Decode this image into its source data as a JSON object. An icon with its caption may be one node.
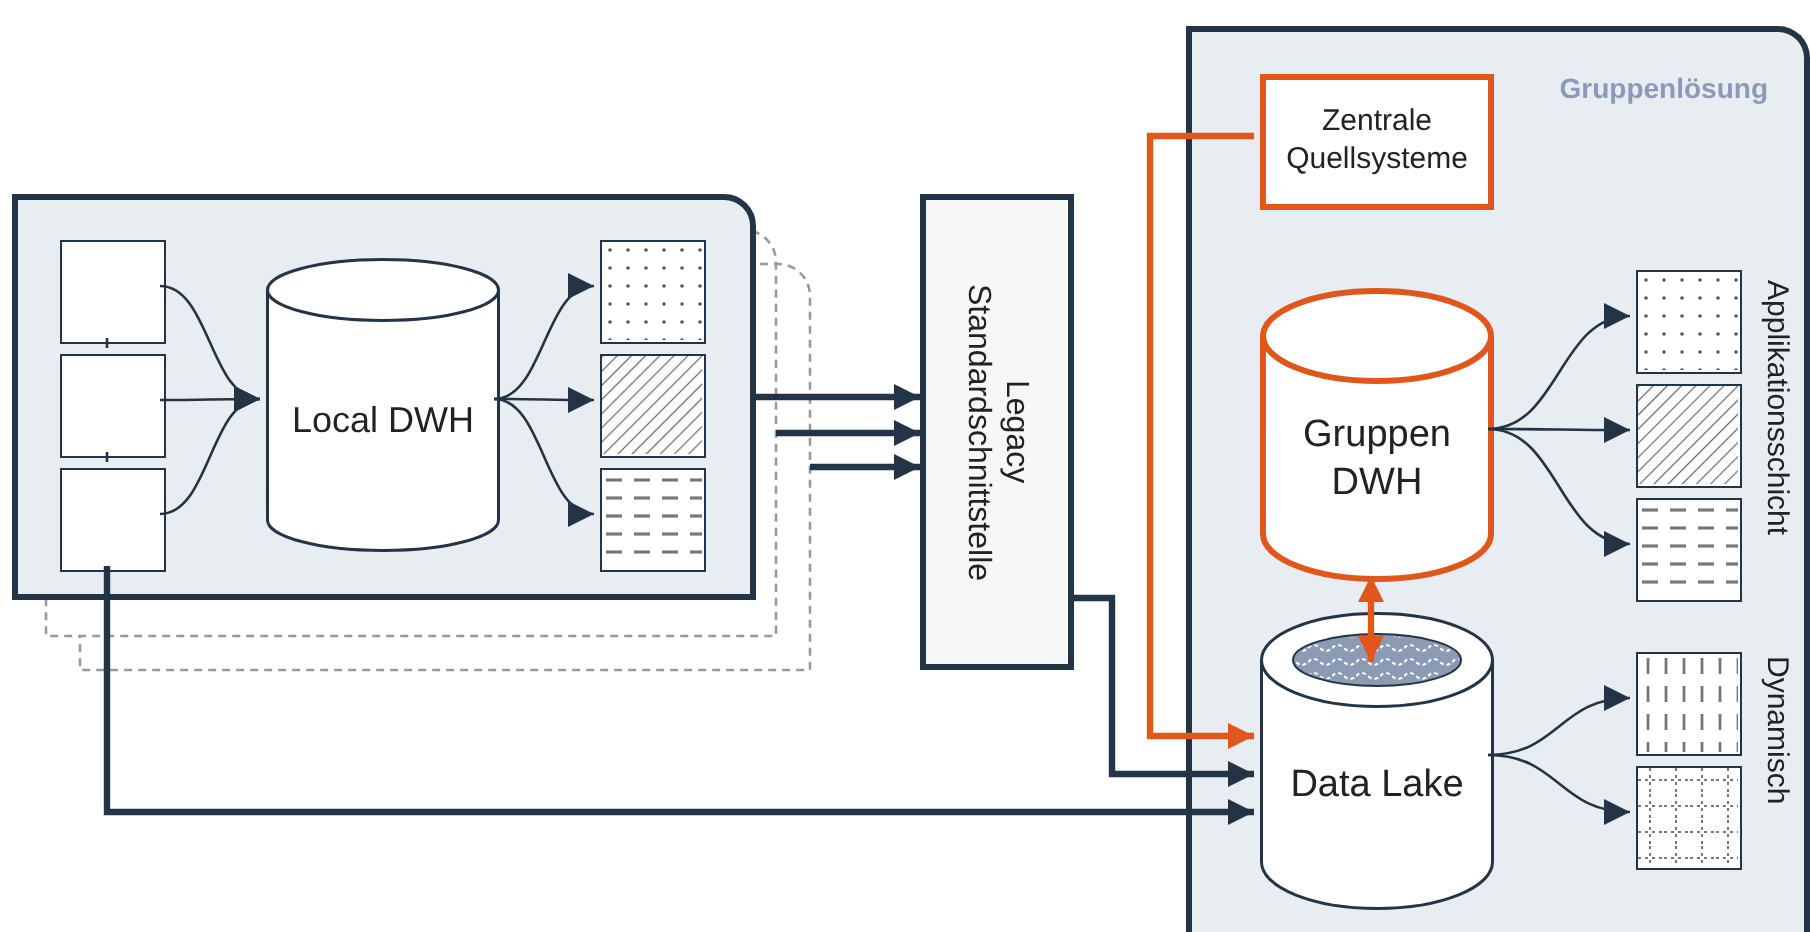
{
  "diagram": {
    "nodes": [
      {
        "text": [],
        "shape": "box"
      },
      {
        "text": [],
        "shape": "box",
        "in": 0
      },
      {
        "text": [],
        "shape": "box",
        "in": 0
      },
      {
        "text": [],
        "shape": "box",
        "in": 0
      },
      {
        "text": [
          "Local DWH"
        ],
        "in": 0
      },
      {
        "text": [],
        "shape": "box",
        "in": 0
      },
      {
        "text": [],
        "shape": "box",
        "in": 0
      },
      {
        "text": [],
        "shape": "box",
        "in": 0
      },
      {
        "text": [
          "Legacy Standardschnittstelle"
        ]
      },
      {
        "text": [
          "Gruppenlösung"
        ]
      },
      {
        "text": [
          "Zentrale Quellsysteme"
        ],
        "in": 9
      },
      {
        "text": [
          "Gruppen DWH"
        ],
        "in": 9
      },
      {
        "text": [
          "Data Lake"
        ],
        "in": 9
      },
      {
        "text": [],
        "shape": "box",
        "in": 9
      },
      {
        "text": [],
        "shape": "box",
        "in": 9
      },
      {
        "text": [],
        "shape": "box",
        "in": 9
      },
      {
        "text": [],
        "shape": "box",
        "in": 9
      },
      {
        "text": [],
        "shape": "box",
        "in": 9
      }
    ],
    "edges": [
      {
        "from": 1,
        "to": 4,
        "arrow": "to"
      },
      {
        "from": 2,
        "to": 4,
        "arrow": "to"
      },
      {
        "from": 3,
        "to": 4,
        "arrow": "to"
      },
      {
        "from": 4,
        "to": 5,
        "arrow": "to"
      },
      {
        "from": 4,
        "to": 6,
        "arrow": "to"
      },
      {
        "from": 4,
        "to": 7,
        "arrow": "to"
      },
      {
        "from": 1,
        "to": 2,
        "arrow": "none"
      },
      {
        "from": 2,
        "to": 3,
        "arrow": "none"
      },
      {
        "from": 0,
        "to": 8,
        "arrow": "to",
        "style": "thick"
      },
      {
        "from": 0,
        "to": 8,
        "arrow": "to",
        "style": "thick"
      },
      {
        "from": 0,
        "to": 8,
        "arrow": "to",
        "style": "thick"
      },
      {
        "from": 8,
        "to": 12,
        "arrow": "to",
        "style": "thick"
      },
      {
        "from": 10,
        "to": 12,
        "arrow": "to",
        "style": "thick",
        "color": "#e0561b"
      },
      {
        "from": 3,
        "to": 12,
        "arrow": "to",
        "style": "thick"
      },
      {
        "from": 11,
        "to": 12,
        "arrow": "both",
        "style": "thick",
        "color": "#e0561b"
      },
      {
        "from": 11,
        "to": 13,
        "arrow": "to"
      },
      {
        "from": 11,
        "to": 14,
        "arrow": "to"
      },
      {
        "from": 11,
        "to": 15,
        "arrow": "to"
      },
      {
        "from": 12,
        "to": 16,
        "arrow": "to"
      },
      {
        "from": 12,
        "to": 17,
        "arrow": "to"
      }
    ],
    "labels": [
      "Applikationsschicht",
      "Dynamisch"
    ]
  }
}
